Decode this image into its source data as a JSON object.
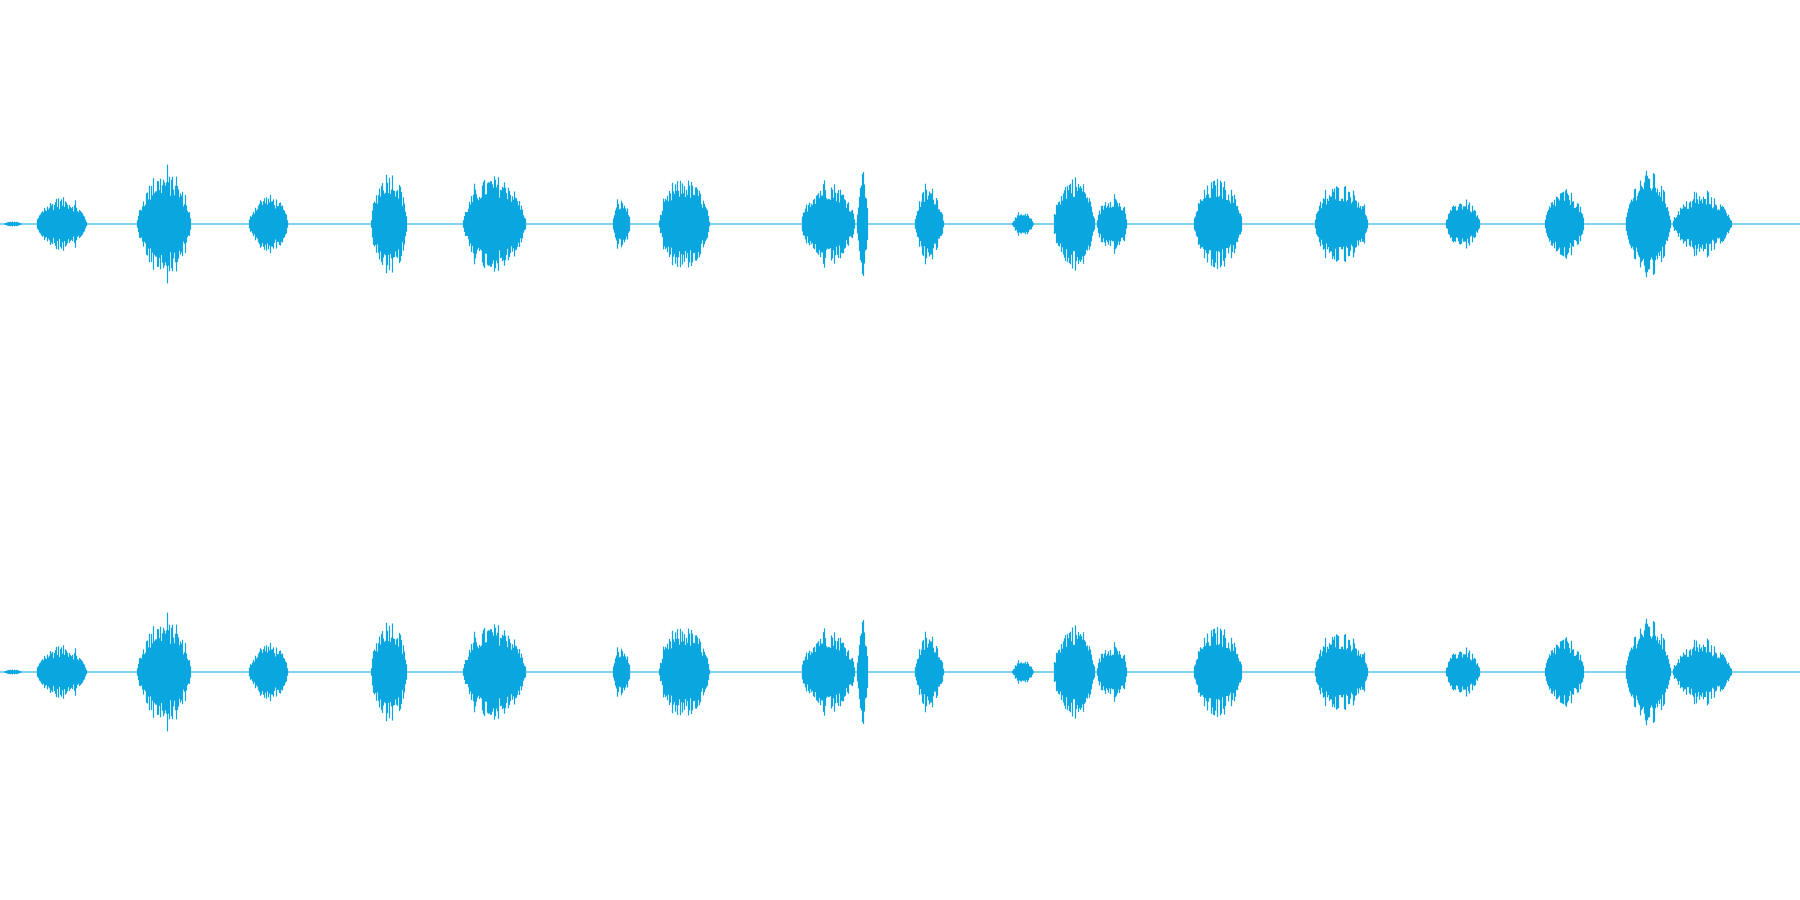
{
  "waveform": {
    "color": "#0aa6e0",
    "channels": [
      {
        "name": "left"
      },
      {
        "name": "right"
      }
    ],
    "bursts": [
      {
        "start": 0.002,
        "end": 0.012,
        "peak": 0.05
      },
      {
        "start": 0.02,
        "end": 0.048,
        "peak": 0.5
      },
      {
        "start": 0.076,
        "end": 0.106,
        "peak": 0.95
      },
      {
        "start": 0.138,
        "end": 0.16,
        "peak": 0.55
      },
      {
        "start": 0.206,
        "end": 0.226,
        "peak": 1.0
      },
      {
        "start": 0.257,
        "end": 0.292,
        "peak": 0.9
      },
      {
        "start": 0.34,
        "end": 0.35,
        "peak": 0.45
      },
      {
        "start": 0.366,
        "end": 0.394,
        "peak": 0.85
      },
      {
        "start": 0.445,
        "end": 0.475,
        "peak": 0.8
      },
      {
        "start": 0.476,
        "end": 0.482,
        "peak": 1.0
      },
      {
        "start": 0.508,
        "end": 0.524,
        "peak": 0.7
      },
      {
        "start": 0.562,
        "end": 0.574,
        "peak": 0.2
      },
      {
        "start": 0.585,
        "end": 0.608,
        "peak": 0.9
      },
      {
        "start": 0.609,
        "end": 0.626,
        "peak": 0.55
      },
      {
        "start": 0.663,
        "end": 0.69,
        "peak": 0.85
      },
      {
        "start": 0.73,
        "end": 0.76,
        "peak": 0.75
      },
      {
        "start": 0.803,
        "end": 0.822,
        "peak": 0.45
      },
      {
        "start": 0.858,
        "end": 0.88,
        "peak": 0.65
      },
      {
        "start": 0.903,
        "end": 0.928,
        "peak": 1.0
      },
      {
        "start": 0.929,
        "end": 0.962,
        "peak": 0.55
      }
    ]
  }
}
